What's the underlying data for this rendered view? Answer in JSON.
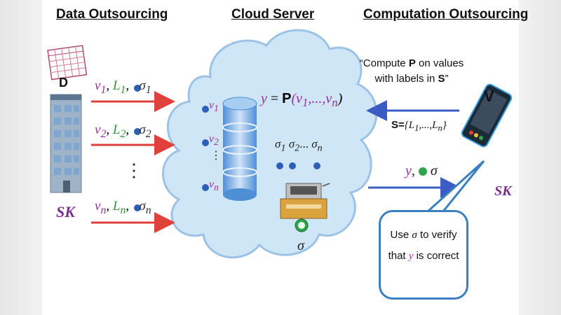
{
  "headings": {
    "data_outsourcing": "Data Outsourcing",
    "cloud_server": "Cloud Server",
    "computation_outsourcing": "Computation Outsourcing"
  },
  "client": {
    "data_label": "D",
    "key_label": "SK"
  },
  "messages": [
    {
      "v": "v",
      "v_sub": "1",
      "l": "L",
      "l_sub": "1",
      "sigma": "σ",
      "sigma_sub": "1"
    },
    {
      "v": "v",
      "v_sub": "2",
      "l": "L",
      "l_sub": "2",
      "sigma": "σ",
      "sigma_sub": "2"
    },
    {
      "v": "v",
      "v_sub": "n",
      "l": "L",
      "l_sub": "n",
      "sigma": "σ",
      "sigma_sub": "n"
    }
  ],
  "ellipsis": "⋮",
  "cloud": {
    "formula_lhs": "y",
    "formula_eq": "=",
    "formula_p": "P",
    "formula_args": "(v",
    "formula_args_sub1": "1",
    "formula_args_mid": ",...,v",
    "formula_args_sub2": "n",
    "formula_close": ")",
    "db_labels": [
      {
        "v": "v",
        "sub": "1"
      },
      {
        "v": "v",
        "sub": "2"
      },
      {
        "v": "v",
        "sub": "n"
      }
    ],
    "sigmas": "σ",
    "sigma_list": [
      "1",
      "2",
      "n"
    ],
    "sigma_dots": "...",
    "output_sigma": "σ"
  },
  "verifier": {
    "label": "V",
    "key_label": "SK",
    "quote_line1": "“Compute ",
    "quote_p": "P",
    "quote_line1b": " on values",
    "quote_line2": "with labels in ",
    "quote_s": "S",
    "quote_close": "”",
    "set_prefix": "S=",
    "set_body": "{L",
    "set_sub1": "1",
    "set_mid": ",...,L",
    "set_sub2": "n",
    "set_close": "}",
    "response_y": "y",
    "response_sep": ",",
    "response_sigma": "σ",
    "callout_line1a": "Use ",
    "callout_sigma": "σ",
    "callout_line1b": " to verify",
    "callout_line2a": "that ",
    "callout_y": "y",
    "callout_line2b": " is correct"
  },
  "colors": {
    "arrow_red": "#e0413a",
    "arrow_blue": "#3b5cc4",
    "value_purple": "#9b2fa0",
    "label_green": "#2f9a3a",
    "cloud_fill": "#cfe6f7",
    "cloud_stroke": "#9cc3e6"
  }
}
